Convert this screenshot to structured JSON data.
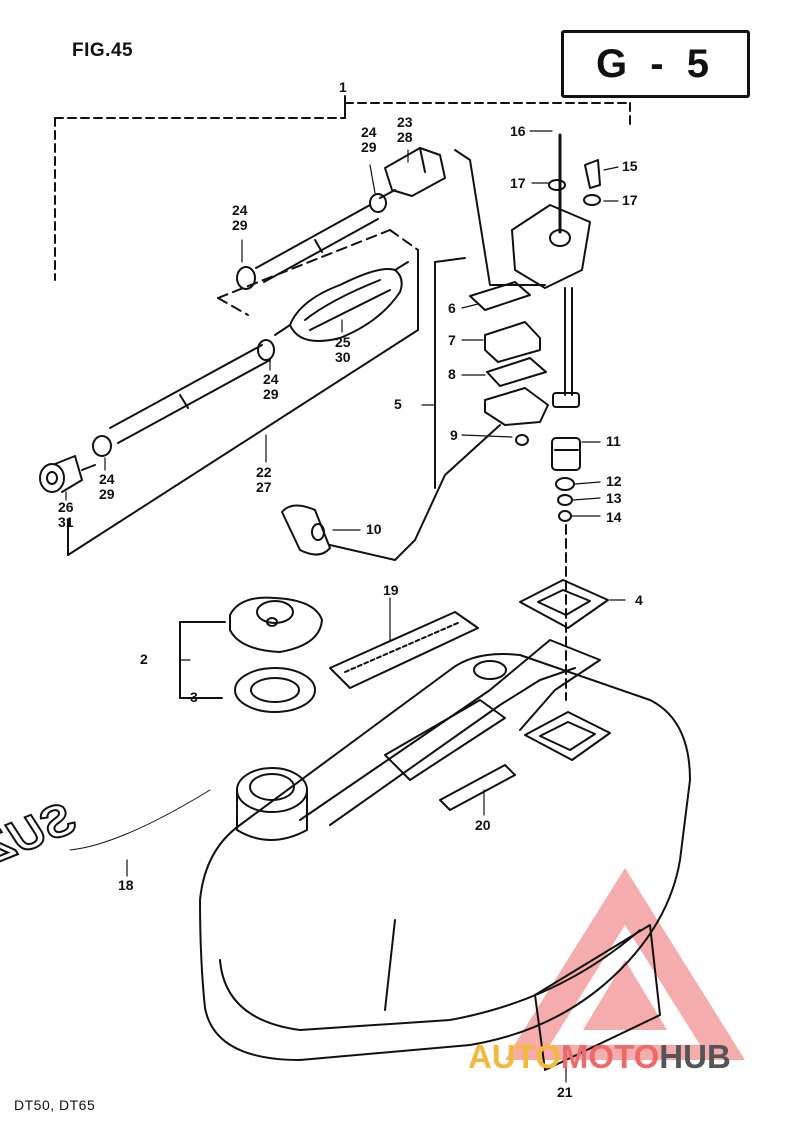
{
  "figure": {
    "title": "FIG.45",
    "section": "G - 5",
    "models": "DT50, DT65"
  },
  "callouts": [
    {
      "id": "c1",
      "lines": [
        "1"
      ]
    },
    {
      "id": "c2",
      "lines": [
        "2"
      ]
    },
    {
      "id": "c3",
      "lines": [
        "3"
      ]
    },
    {
      "id": "c4",
      "lines": [
        "4"
      ]
    },
    {
      "id": "c5",
      "lines": [
        "5"
      ]
    },
    {
      "id": "c6",
      "lines": [
        "6"
      ]
    },
    {
      "id": "c7",
      "lines": [
        "7"
      ]
    },
    {
      "id": "c8",
      "lines": [
        "8"
      ]
    },
    {
      "id": "c9",
      "lines": [
        "9"
      ]
    },
    {
      "id": "c10",
      "lines": [
        "10"
      ]
    },
    {
      "id": "c11",
      "lines": [
        "11"
      ]
    },
    {
      "id": "c12",
      "lines": [
        "12"
      ]
    },
    {
      "id": "c13",
      "lines": [
        "13"
      ]
    },
    {
      "id": "c14",
      "lines": [
        "14"
      ]
    },
    {
      "id": "c15",
      "lines": [
        "15"
      ]
    },
    {
      "id": "c16",
      "lines": [
        "16"
      ]
    },
    {
      "id": "c17a",
      "lines": [
        "17"
      ]
    },
    {
      "id": "c17b",
      "lines": [
        "17"
      ]
    },
    {
      "id": "c18",
      "lines": [
        "18"
      ]
    },
    {
      "id": "c19",
      "lines": [
        "19"
      ]
    },
    {
      "id": "c20",
      "lines": [
        "20"
      ]
    },
    {
      "id": "c21",
      "lines": [
        "21"
      ]
    },
    {
      "id": "c22",
      "lines": [
        "22",
        "27"
      ]
    },
    {
      "id": "c23",
      "lines": [
        "23",
        "28"
      ]
    },
    {
      "id": "c24a",
      "lines": [
        "24",
        "29"
      ]
    },
    {
      "id": "c24b",
      "lines": [
        "24",
        "29"
      ]
    },
    {
      "id": "c24c",
      "lines": [
        "24",
        "29"
      ]
    },
    {
      "id": "c24d",
      "lines": [
        "24",
        "29"
      ]
    },
    {
      "id": "c25",
      "lines": [
        "25",
        "30"
      ]
    },
    {
      "id": "c26",
      "lines": [
        "26",
        "31"
      ]
    }
  ],
  "brand_logo_text": "SUZUKI",
  "watermark": {
    "part1": "AUTO",
    "part2": "MOTO",
    "part3": "HUB"
  },
  "colors": {
    "ink": "#111111",
    "watermark_red": "#ee6a6a",
    "watermark_yellow": "#f4b83b",
    "watermark_gray": "#555555"
  }
}
